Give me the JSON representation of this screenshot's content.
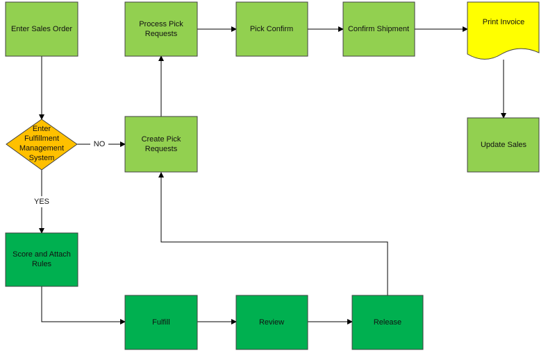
{
  "colors": {
    "light_green": "#92D050",
    "dark_green": "#00B050",
    "decision_orange": "#FFC000",
    "document_yellow": "#FFFF00",
    "stroke": "#404040",
    "arrow": "#000000"
  },
  "nodes": {
    "enter_sales_order": {
      "lines": [
        "Enter Sales Order"
      ]
    },
    "process_pick_requests": {
      "lines": [
        "Process Pick",
        "Requests"
      ]
    },
    "pick_confirm": {
      "lines": [
        "Pick Confirm"
      ]
    },
    "confirm_shipment": {
      "lines": [
        "Confirm Shipment"
      ]
    },
    "print_invoice": {
      "lines": [
        "Print Invoice"
      ]
    },
    "update_sales": {
      "lines": [
        "Update Sales"
      ]
    },
    "enter_fulfillment": {
      "lines": [
        "Enter",
        "Fulfillment",
        "Management",
        "System"
      ]
    },
    "create_pick_requests": {
      "lines": [
        "Create Pick",
        "Requests"
      ]
    },
    "score_and_attach": {
      "lines": [
        "Score and Attach",
        "Rules"
      ]
    },
    "fulfill": {
      "lines": [
        "Fulfill"
      ]
    },
    "review": {
      "lines": [
        "Review"
      ]
    },
    "release": {
      "lines": [
        "Release"
      ]
    }
  },
  "edges": {
    "no_label": "NO",
    "yes_label": "YES"
  }
}
